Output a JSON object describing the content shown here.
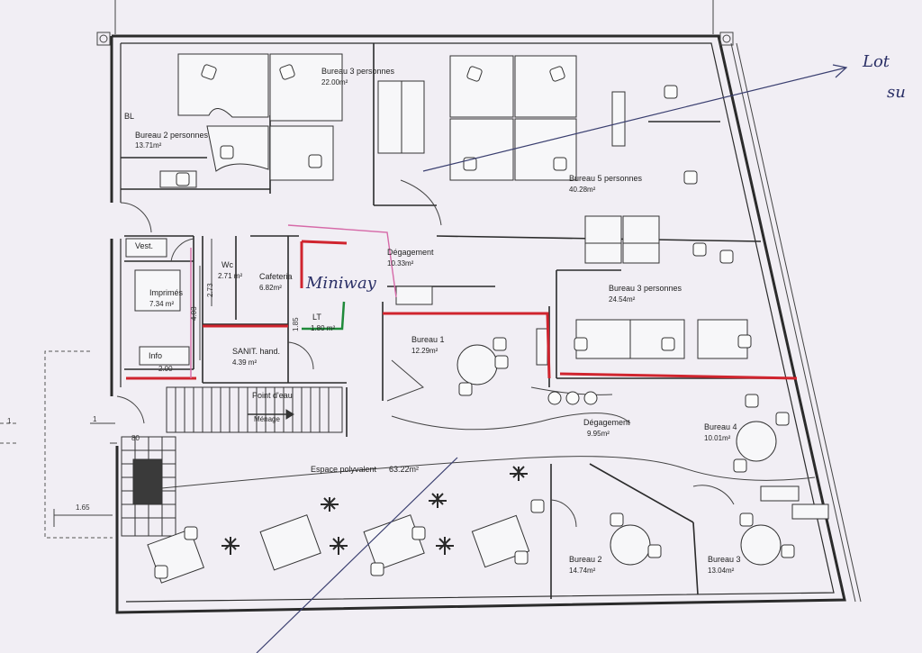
{
  "rooms": {
    "bureau3a": {
      "name": "Bureau  3 personnes",
      "area": "22.00m²"
    },
    "bureau2a": {
      "name": "Bureau  2 personnes",
      "area": "13.71m²"
    },
    "bureau5": {
      "name": "Bureau  5 personnes",
      "area": "40.28m²"
    },
    "vest": {
      "name": "Vest."
    },
    "wc": {
      "name": "Wc",
      "area": "2.71 m²"
    },
    "cafeteria": {
      "name": "Cafeteria",
      "area": "6.82m²"
    },
    "degagement_top": {
      "name": "Dégagement",
      "area": "10.33m²"
    },
    "imprimes": {
      "name": "Imprimés",
      "area": "7.34 m²"
    },
    "lt": {
      "name": "LT",
      "area": "1.80 m²"
    },
    "bureau3b": {
      "name": "Bureau  3 personnes",
      "area": "24.54m²"
    },
    "sanit": {
      "name": "SANIT. hand.",
      "area": "4.39 m²"
    },
    "bureau1": {
      "name": "Bureau 1",
      "area": "12.29m²"
    },
    "info": {
      "name": "Info"
    },
    "point_eau": {
      "name": "Point d'eau"
    },
    "menage": {
      "name": "Ménage"
    },
    "degagement_bottom": {
      "name": "Dégagement",
      "area": "9.95m²"
    },
    "bureau4": {
      "name": "Bureau 4",
      "area": "10.01m²"
    },
    "espace": {
      "name": "Espace polyvalent",
      "area": "63.22m²"
    },
    "bureau2b": {
      "name": "Bureau 2",
      "area": "14.74m²"
    },
    "bureau3c": {
      "name": "Bureau 3",
      "area": "13.04m²"
    },
    "bl": {
      "name": "BL"
    }
  },
  "dimensions": {
    "d273": "2.73",
    "d403": "4.03",
    "d200": "2.00",
    "d165": "1.65",
    "d1a": "1",
    "d1b": "1",
    "d185": "1.85",
    "d80": "80"
  },
  "annotations": {
    "handwritten_top": "Lot",
    "handwritten_sub": "su",
    "handwritten_cafe": "Miniway"
  },
  "colors": {
    "wall": "#2b2b2b",
    "red_marker": "#d0242e",
    "pink_marker": "#d66aa8",
    "green_marker": "#1f8a3a",
    "pen": "#2a2f66"
  }
}
